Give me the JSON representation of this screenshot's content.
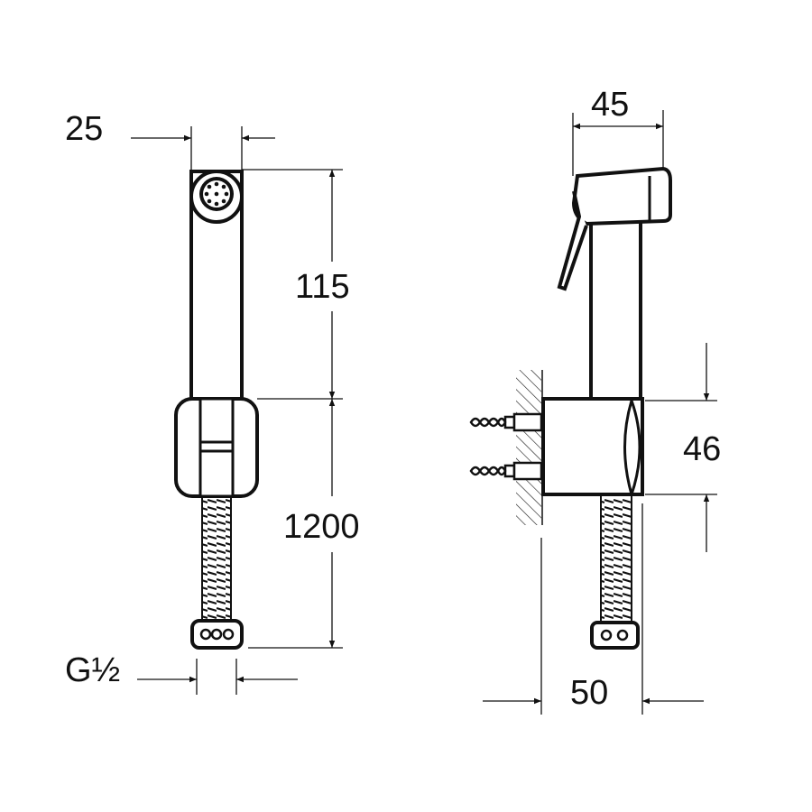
{
  "drawing": {
    "front_view": {
      "width_label": "25",
      "head_height_label": "115",
      "hose_length_label": "1200",
      "thread_label": "G½"
    },
    "side_view": {
      "head_width_label": "45",
      "holder_height_label": "46",
      "holder_depth_label": "50"
    },
    "line_color": "#111111"
  }
}
